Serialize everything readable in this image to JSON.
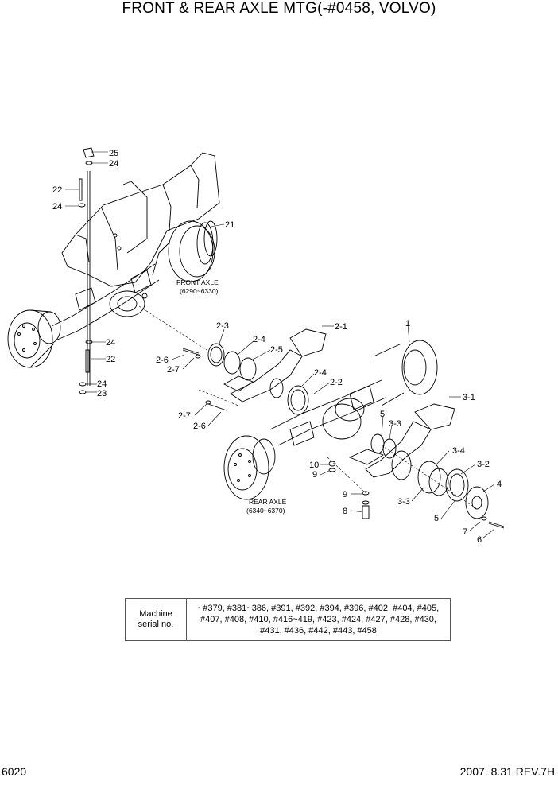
{
  "page": {
    "title": "FRONT & REAR AXLE MTG(-#0458, VOLVO)",
    "page_number": "6020",
    "revision": "2007. 8.31  REV.7H"
  },
  "assemblies": {
    "front": {
      "name": "FRONT AXLE",
      "range": "(6290~6330)"
    },
    "rear": {
      "name": "REAR AXLE",
      "range": "(6340~6370)"
    }
  },
  "callouts": {
    "c25": "25",
    "c24a": "24",
    "c22a": "22",
    "c24b": "24",
    "c21": "21",
    "c24c": "24",
    "c22b": "22",
    "c24d": "24",
    "c23": "23",
    "c2_3": "2-3",
    "c2_4a": "2-4",
    "c2_5": "2-5",
    "c2_1": "2-1",
    "c1": "1",
    "c2_6a": "2-6",
    "c2_7a": "2-7",
    "c2_4b": "2-4",
    "c2_2": "2-2",
    "c2_7b": "2-7",
    "c2_6b": "2-6",
    "c5a": "5",
    "c3_3a": "3-3",
    "c3_1": "3-1",
    "c10": "10",
    "c9a": "9",
    "c3_4": "3-4",
    "c3_2": "3-2",
    "c4": "4",
    "c9b": "9",
    "c3_3b": "3-3",
    "c8": "8",
    "c5b": "5",
    "c7": "7",
    "c6": "6"
  },
  "serial_table": {
    "header": "Machine serial no.",
    "values": "~#379, #381~386, #391, #392, #394, #396, #402, #404, #405, #407, #408, #410, #416~419, #423, #424, #427, #428, #430, #431, #436, #442, #443, #458"
  }
}
